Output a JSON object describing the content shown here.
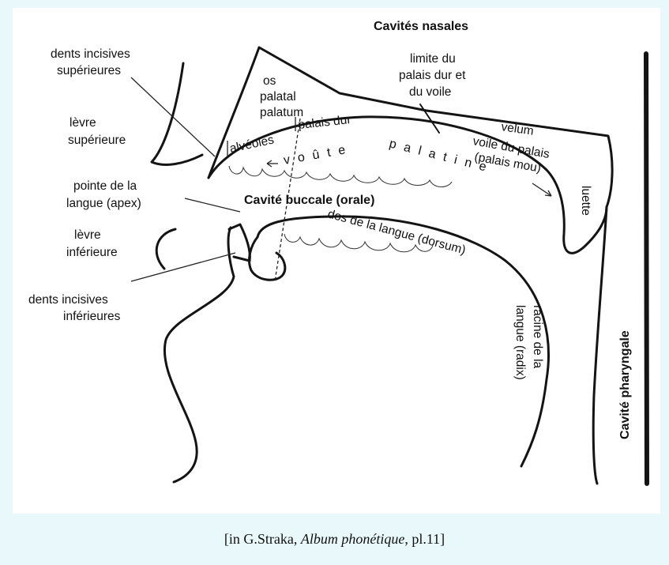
{
  "labels": {
    "nasal_cavities": "Cavités nasales",
    "upper_incisors_1": "dents incisives",
    "upper_incisors_2": "supérieures",
    "palatal_bone_1": "os",
    "palatal_bone_2": "palatal",
    "palatal_bone_3": "palatum",
    "hard_soft_limit_1": "limite du",
    "hard_soft_limit_2": "palais dur et",
    "hard_soft_limit_3": "du voile",
    "upper_lip_1": "lèvre",
    "upper_lip_2": "supérieure",
    "alveoles": "alvéoles",
    "hard_palate": "palais dur",
    "velum": "velum",
    "soft_palate_1": "voile du palais",
    "soft_palate_2": "(palais mou)",
    "palatal_vault_1": "voûte",
    "palatal_vault_2": "palatine",
    "uvula": "luette",
    "apex_1": "pointe de la",
    "apex_2": "langue (apex)",
    "oral_cavity": "Cavité buccale (orale)",
    "dorsum": "dos de la langue (dorsum)",
    "lower_lip_1": "lèvre",
    "lower_lip_2": "inférieure",
    "lower_incisors_1": "dents incisives",
    "lower_incisors_2": "inférieures",
    "radix_1": "racine de la",
    "radix_2": "langue (radix)",
    "pharyngeal_cavity": "Cavité pharyngale"
  },
  "caption": {
    "prefix": "[in G.Straka, ",
    "title": "Album phonétique",
    "suffix": ", pl.11]"
  }
}
